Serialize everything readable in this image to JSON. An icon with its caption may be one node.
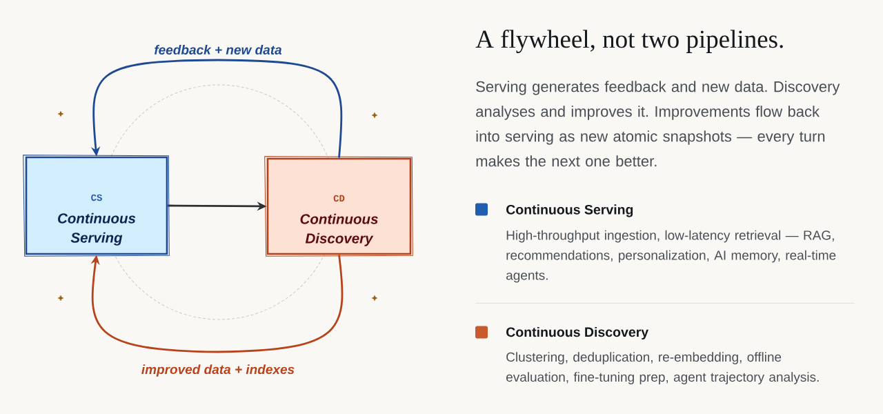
{
  "diagram": {
    "title": "A flywheel, not two pipelines.",
    "nodes": [
      {
        "text": [
          "CS",
          "Continuous Serving"
        ]
      },
      {
        "text": [
          "CD",
          "Continuous Discovery"
        ]
      }
    ],
    "edges": [
      {
        "from": 1,
        "to": 0,
        "arrow": "to",
        "label": "feedback + new data",
        "color": "#1e4a93"
      },
      {
        "from": 0,
        "to": 1,
        "arrow": "to",
        "color": "#2c3136"
      },
      {
        "from": 1,
        "to": 0,
        "arrow": "to",
        "label": "improved data + indexes",
        "color": "#b8431b"
      }
    ],
    "labels": [
      "Serving generates feedback and new data. Discovery analyses and improves it. Improvements flow back into serving as new atomic snapshots — every turn makes the next one better.",
      "High-throughput ingestion, low-latency retrieval — RAG, recommendations, personalization, AI memory, real-time agents.",
      "Clustering, deduplication, re-embedding, offline evaluation, fine-tuning prep, agent trajectory analysis."
    ],
    "legend": [
      {
        "text": "Continuous Serving",
        "color": "#1f5fae"
      },
      {
        "text": "Continuous Discovery",
        "color": "#c95a2e"
      }
    ]
  }
}
